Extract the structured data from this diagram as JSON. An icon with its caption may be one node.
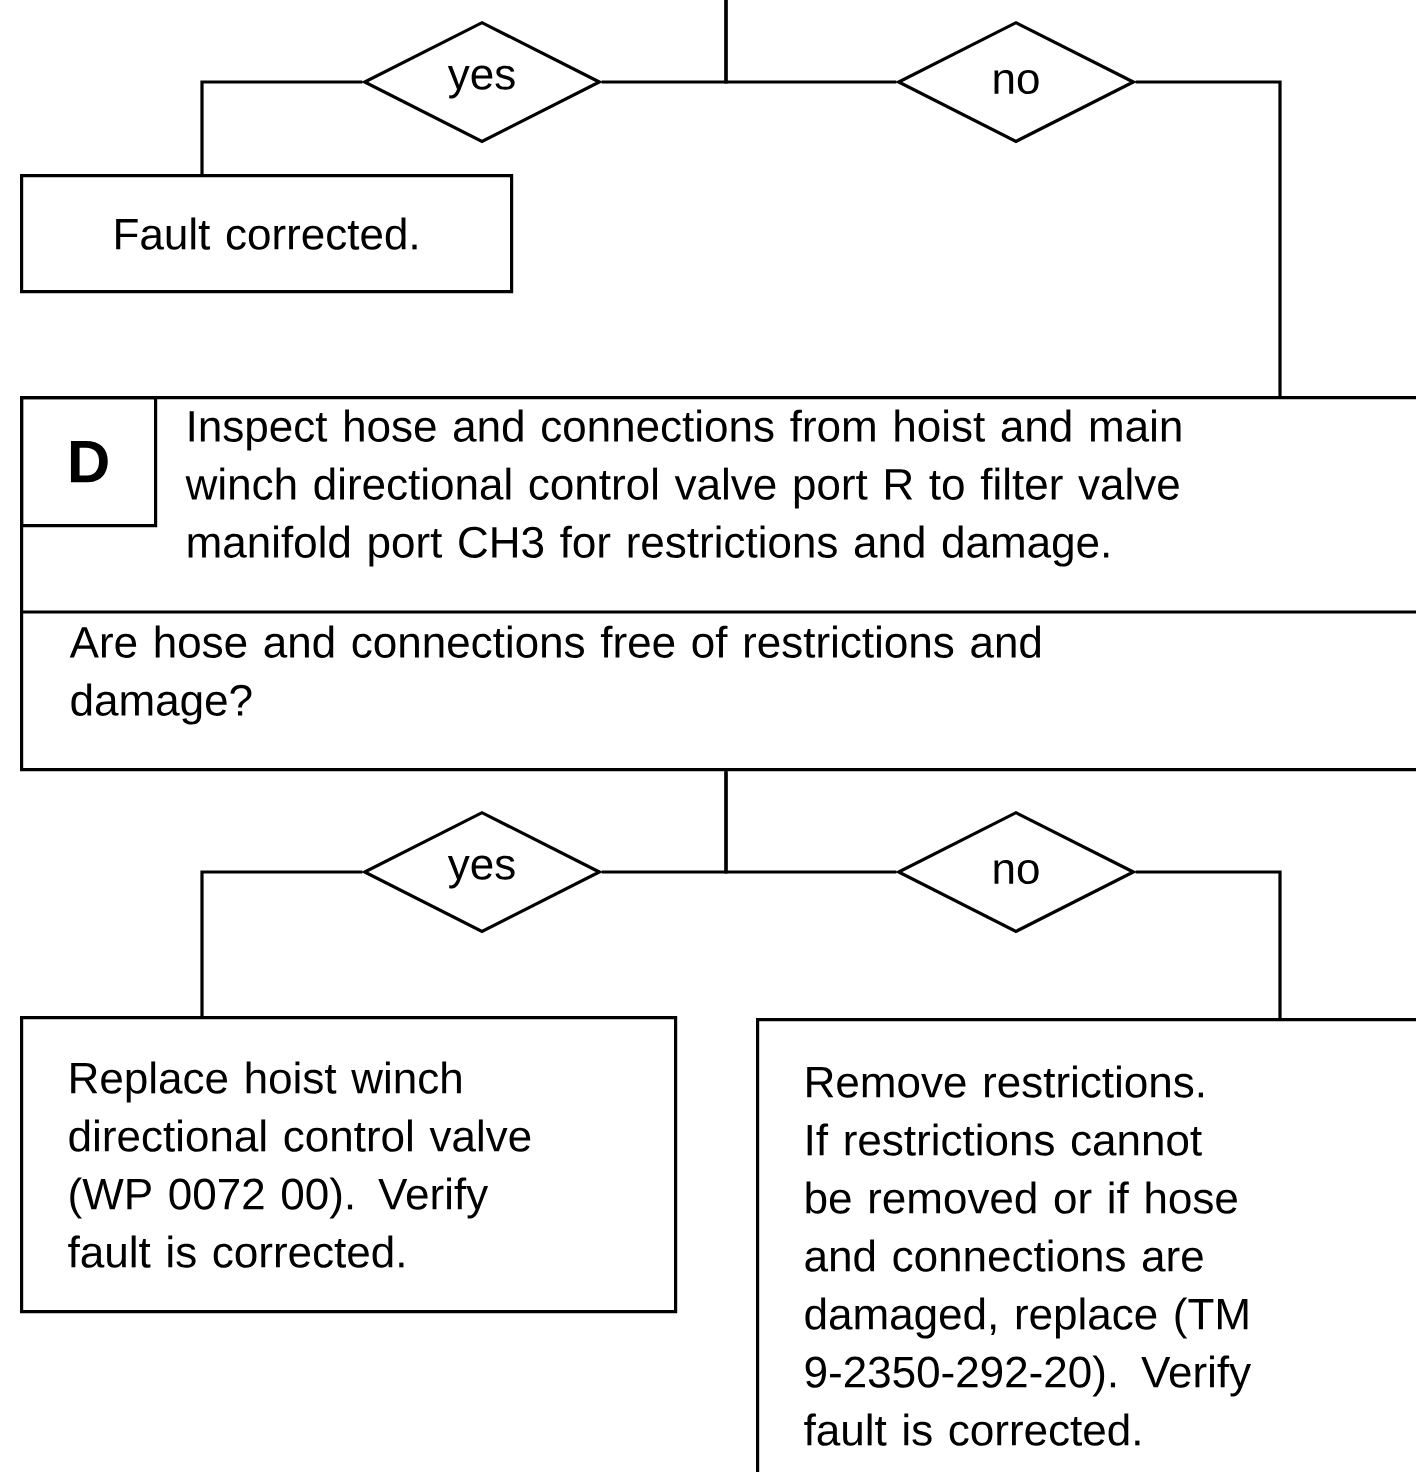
{
  "diagram": {
    "nodes": [
      {
        "text": [
          "yes"
        ]
      },
      {
        "text": [
          "no"
        ]
      },
      {
        "text": [
          "Fault corrected."
        ]
      },
      {
        "text": [
          "Inspect hose and connections from hoist and main winch directional control valve port R to filter valve manifold port CH3 for restrictions and damage.",
          "Are hose and connections free of restrictions and damage?"
        ]
      },
      {
        "text": [
          "D"
        ],
        "in": 3
      },
      {
        "text": [
          "yes"
        ]
      },
      {
        "text": [
          "no"
        ]
      },
      {
        "text": [
          "Replace hoist winch directional control valve (WP 0072 00).  Verify fault is corrected."
        ]
      },
      {
        "text": [
          "Remove restrictions.  If restrictions cannot be removed or if hose and connections are damaged, replace (TM 9-2350-292-20). Verify fault is corrected."
        ]
      }
    ],
    "edges": [
      {
        "from": null,
        "to": 0,
        "arrow": "none"
      },
      {
        "from": null,
        "to": 1,
        "arrow": "none"
      },
      {
        "from": 0,
        "to": 2,
        "arrow": "none"
      },
      {
        "from": 1,
        "to": 3,
        "arrow": "none"
      },
      {
        "from": 3,
        "to": 5,
        "arrow": "none"
      },
      {
        "from": 3,
        "to": 6,
        "arrow": "none"
      },
      {
        "from": 5,
        "to": 7,
        "arrow": "none"
      },
      {
        "from": 6,
        "to": 8,
        "arrow": "none"
      }
    ]
  }
}
